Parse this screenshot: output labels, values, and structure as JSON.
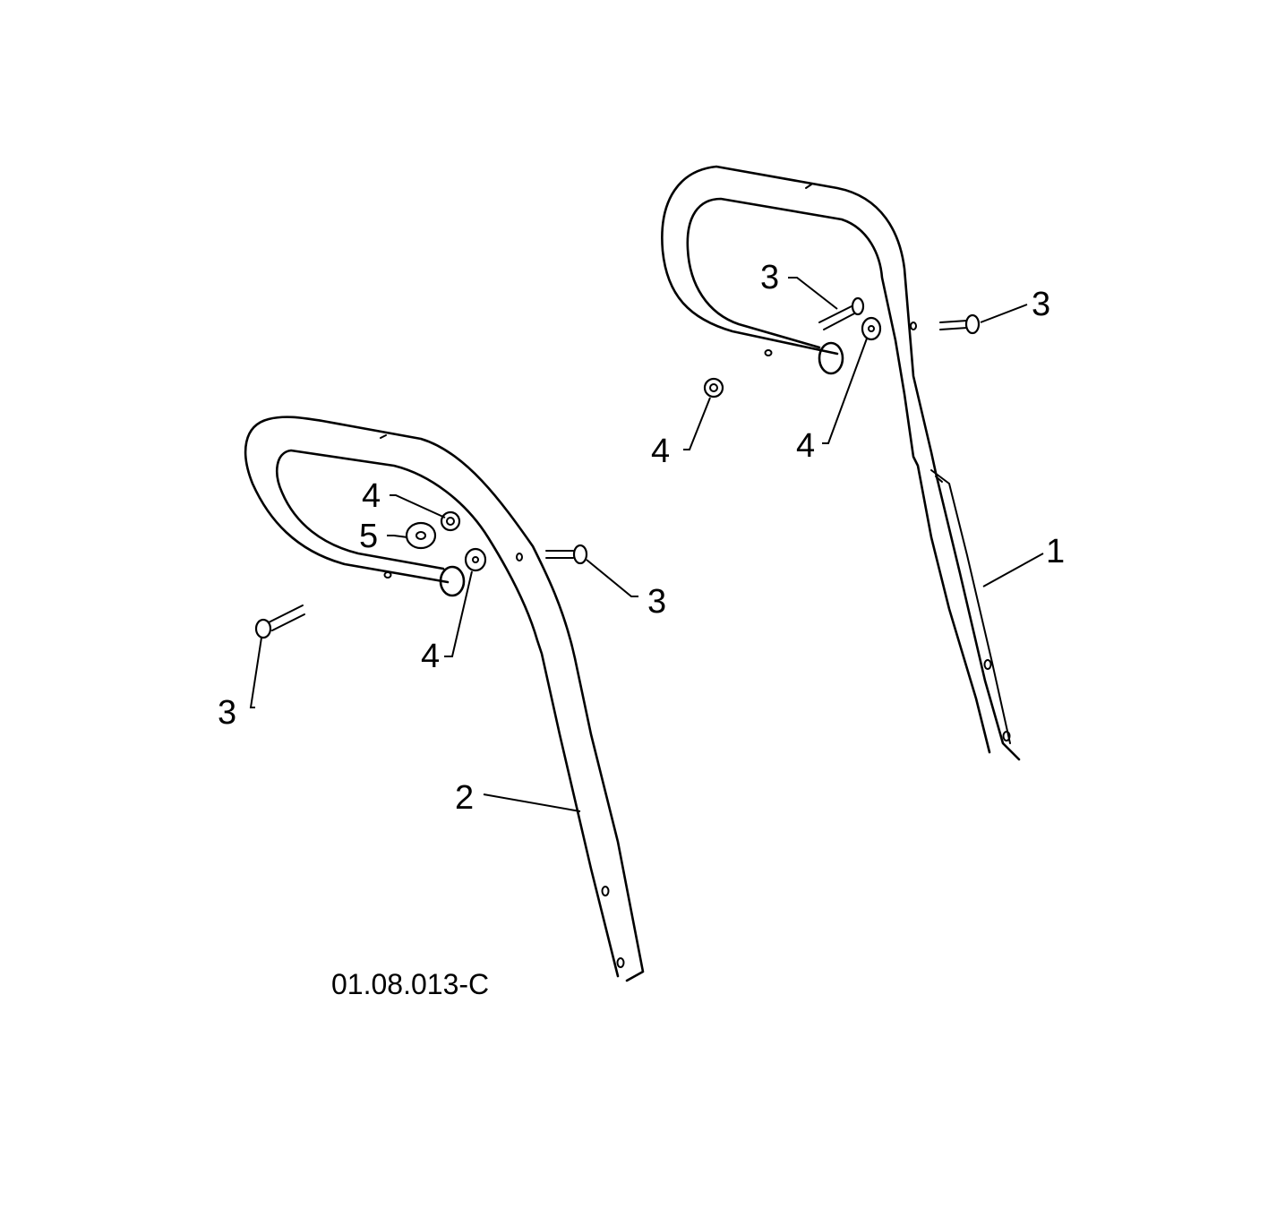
{
  "figure": {
    "code": "01.08.013-C"
  },
  "callouts": {
    "right_handle": "1",
    "left_handle": "2",
    "bolt_top_center": "3",
    "bolt_top_right": "3",
    "bolt_left_right": "3",
    "bolt_left_lower": "3",
    "nut_right_loose": "4",
    "washer_right": "4",
    "nut_left_upper": "4",
    "washer_left_lower": "4",
    "washer_left_large": "5"
  }
}
